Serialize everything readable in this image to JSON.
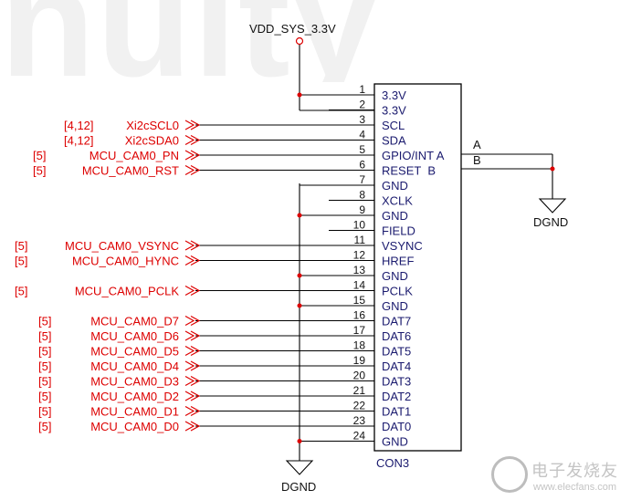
{
  "watermark": "nuity",
  "power": {
    "label": "VDD_SYS_3.3V"
  },
  "connector": {
    "ref": "CON3",
    "pins": [
      {
        "num": "1",
        "name": "3.3V"
      },
      {
        "num": "2",
        "name": "3.3V"
      },
      {
        "num": "3",
        "name": "SCL"
      },
      {
        "num": "4",
        "name": "SDA"
      },
      {
        "num": "5",
        "name": "GPIO/INT A"
      },
      {
        "num": "6",
        "name": "RESET  B"
      },
      {
        "num": "7",
        "name": "GND"
      },
      {
        "num": "8",
        "name": "XCLK"
      },
      {
        "num": "9",
        "name": "GND"
      },
      {
        "num": "10",
        "name": "FIELD"
      },
      {
        "num": "11",
        "name": "VSYNC"
      },
      {
        "num": "12",
        "name": "HREF"
      },
      {
        "num": "13",
        "name": "GND"
      },
      {
        "num": "14",
        "name": "PCLK"
      },
      {
        "num": "15",
        "name": "GND"
      },
      {
        "num": "16",
        "name": "DAT7"
      },
      {
        "num": "17",
        "name": "DAT6"
      },
      {
        "num": "18",
        "name": "DAT5"
      },
      {
        "num": "19",
        "name": "DAT4"
      },
      {
        "num": "20",
        "name": "DAT3"
      },
      {
        "num": "21",
        "name": "DAT2"
      },
      {
        "num": "22",
        "name": "DAT1"
      },
      {
        "num": "23",
        "name": "DAT0"
      },
      {
        "num": "24",
        "name": "GND"
      }
    ]
  },
  "nets": [
    {
      "ref": "[4,12]",
      "name": "Xi2cSCL0",
      "pin": "3"
    },
    {
      "ref": "[4,12]",
      "name": "Xi2cSDA0",
      "pin": "4"
    },
    {
      "ref": "[5]",
      "name": "MCU_CAM0_PN",
      "pin": "5"
    },
    {
      "ref": "[5]",
      "name": "MCU_CAM0_RST",
      "pin": "6"
    },
    {
      "ref": "[5]",
      "name": "MCU_CAM0_VSYNC",
      "pin": "11"
    },
    {
      "ref": "[5]",
      "name": "MCU_CAM0_HYNC",
      "pin": "12"
    },
    {
      "ref": "[5]",
      "name": "MCU_CAM0_PCLK",
      "pin": "14"
    },
    {
      "ref": "[5]",
      "name": "MCU_CAM0_D7",
      "pin": "16"
    },
    {
      "ref": "[5]",
      "name": "MCU_CAM0_D6",
      "pin": "17"
    },
    {
      "ref": "[5]",
      "name": "MCU_CAM0_D5",
      "pin": "18"
    },
    {
      "ref": "[5]",
      "name": "MCU_CAM0_D4",
      "pin": "19"
    },
    {
      "ref": "[5]",
      "name": "MCU_CAM0_D3",
      "pin": "20"
    },
    {
      "ref": "[5]",
      "name": "MCU_CAM0_D2",
      "pin": "21"
    },
    {
      "ref": "[5]",
      "name": "MCU_CAM0_D1",
      "pin": "22"
    },
    {
      "ref": "[5]",
      "name": "MCU_CAM0_D0",
      "pin": "23"
    }
  ],
  "external": {
    "a": "A",
    "b": "B"
  },
  "grounds": [
    "DGND",
    "DGND"
  ],
  "logo": {
    "cn": "电子发烧友",
    "url": "www.elecfans.com"
  },
  "colors": {
    "wire": "#000000",
    "net": "#dd0000",
    "text": "#1a1a6e",
    "junction": "#dd0000",
    "power": "#dd0000"
  }
}
